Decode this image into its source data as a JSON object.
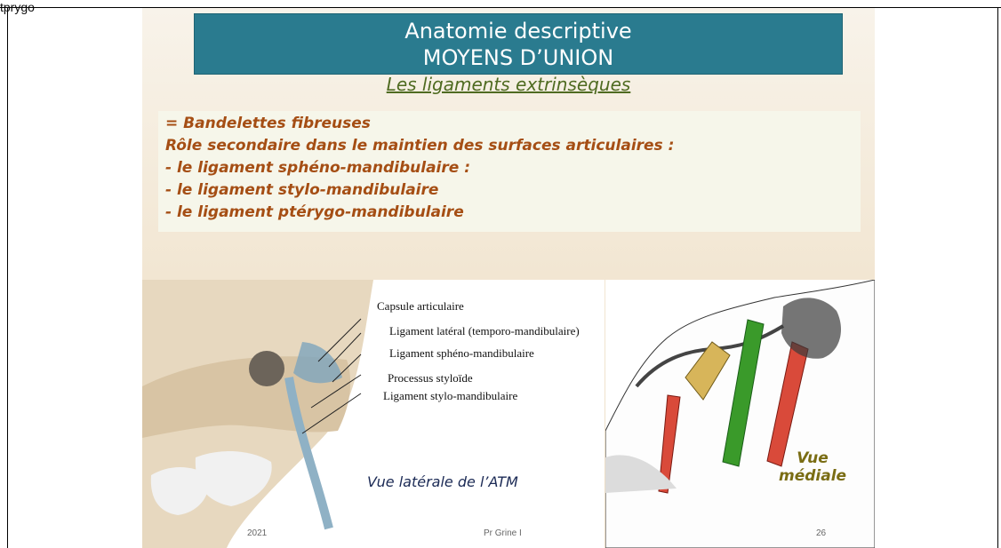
{
  "header_fragment": "tprygo",
  "slide": {
    "title_line1": "Anatomie descriptive",
    "title_line2": "MOYENS D’UNION",
    "subtitle": "Les ligaments extrinsèques",
    "bullets": [
      "= Bandelettes fibreuses",
      "Rôle secondaire dans le maintien des surfaces articulaires :",
      " - le ligament sphéno-mandibulaire :",
      " - le ligament stylo-mandibulaire",
      " - le ligament ptérygo-mandibulaire"
    ],
    "left_figure_labels": [
      "Capsule articulaire",
      "Ligament latéral (temporo-mandibulaire)",
      "Ligament sphéno-mandibulaire",
      "Processus styloïde",
      "Ligament stylo-mandibulaire"
    ],
    "left_caption": "Vue latérale de l’ATM",
    "right_caption_line1": "Vue",
    "right_caption_line2": "médiale",
    "footer": {
      "date": "2021",
      "author": "Pr Grine I",
      "page": "26"
    }
  }
}
